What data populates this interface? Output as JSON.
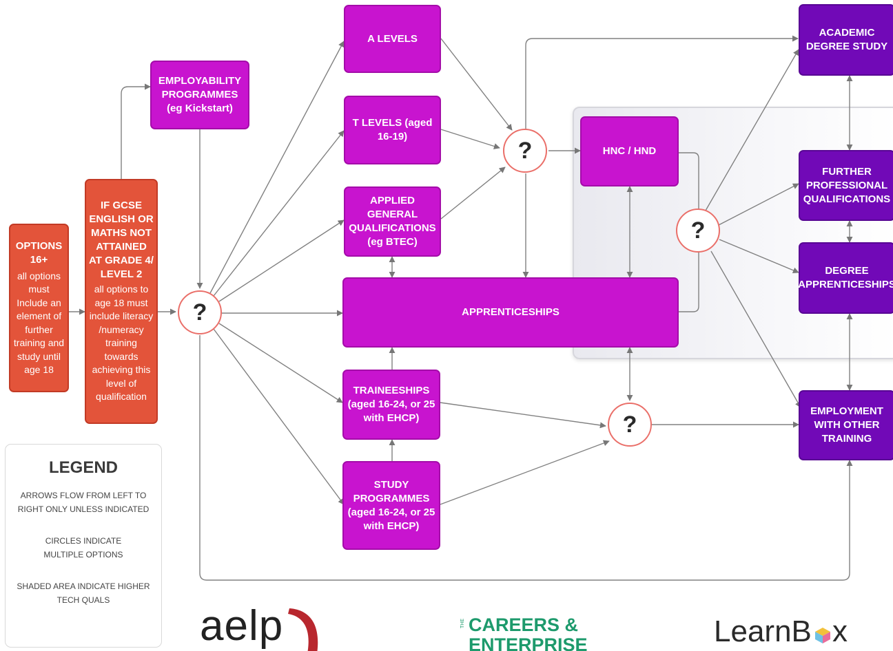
{
  "nodes": {
    "options": {
      "title": "OPTIONS 16+",
      "text": "all options must Include an element of further training and study until age 18"
    },
    "gcse": {
      "title": "IF GCSE ENGLISH OR MATHS NOT ATTAINED AT GRADE 4/ LEVEL 2",
      "text": "all options to age 18 must include literacy /numeracy training towards achieving this level of qualification"
    },
    "employability": "EMPLOYABILITY PROGRAMMES (eg Kickstart)",
    "a_levels": "A LEVELS",
    "t_levels": "T LEVELS (aged 16-19)",
    "applied_general": "APPLIED GENERAL QUALIFICATIONS (eg BTEC)",
    "apprenticeships": "APPRENTICESHIPS",
    "traineeships": "TRAINEESHIPS (aged 16-24, or 25 with EHCP)",
    "study_programmes": "STUDY PROGRAMMES (aged 16-24, or 25 with EHCP)",
    "hnc_hnd": "HNC / HND",
    "academic_degree": "ACADEMIC DEGREE STUDY",
    "further_professional": "FURTHER PROFESSIONAL QUALIFICATIONS",
    "degree_apprenticeships": "DEGREE APPRENTICESHIPS",
    "employment_training": "EMPLOYMENT WITH OTHER TRAINING",
    "choice_symbol": "?"
  },
  "legend": {
    "title": "LEGEND",
    "items": [
      "ARROWS FLOW FROM LEFT TO RIGHT ONLY UNLESS INDICATED",
      "CIRCLES INDICATE MULTIPLE OPTIONS",
      "SHADED AREA INDICATE HIGHER TECH QUALS"
    ]
  },
  "logos": {
    "aelp": "aelp",
    "careers_prefix": "THE",
    "careers_line1": "CAREERS &",
    "careers_line2": "ENTERPRISE",
    "learnbox": "LearnB",
    "learnbox_tail": "x"
  },
  "colors": {
    "primary_box": "#c814cf",
    "destination_box": "#7109b7",
    "condition_box": "#e3543a",
    "circle_border": "#ea6f69",
    "arrow": "#777777",
    "aelp_brand": "#c0392b",
    "careers_brand": "#1d9a6c"
  }
}
